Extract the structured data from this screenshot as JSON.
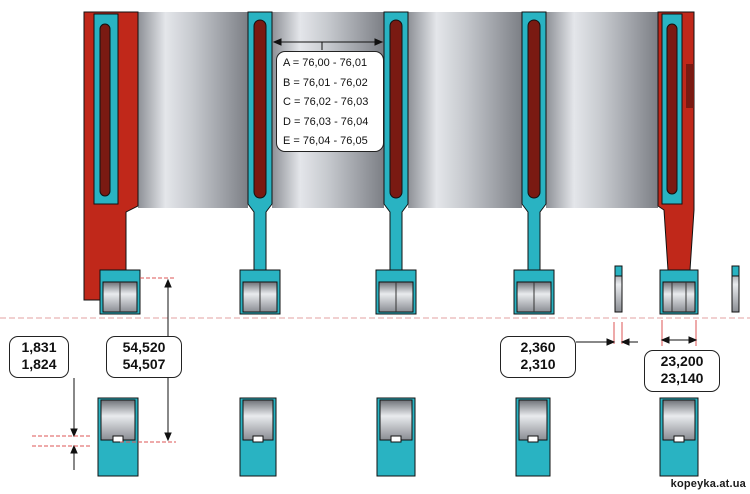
{
  "bore_size_grades": [
    "A = 76,00 - 76,01",
    "B = 76,01 - 76,02",
    "C = 76,02 - 76,03",
    "D = 76,03 - 76,04",
    "E = 76,04 - 76,05"
  ],
  "bearing_shell_thickness": {
    "max": "1,831",
    "min": "1,824"
  },
  "main_bearing_bore_diameter": {
    "max": "54,520",
    "min": "54,507"
  },
  "thrust_washer_thickness": {
    "max": "2,360",
    "min": "2,310"
  },
  "thrust_bearing_width": {
    "max": "23,200",
    "min": "23,140"
  },
  "watermark": "kopeyka.at.ua",
  "colors": {
    "coolant_jacket": "#29b3c2",
    "casting_section": "#c0281a",
    "cylinder_bore": "#b9bcc2",
    "bearing_shell": "#2bb3c4"
  }
}
